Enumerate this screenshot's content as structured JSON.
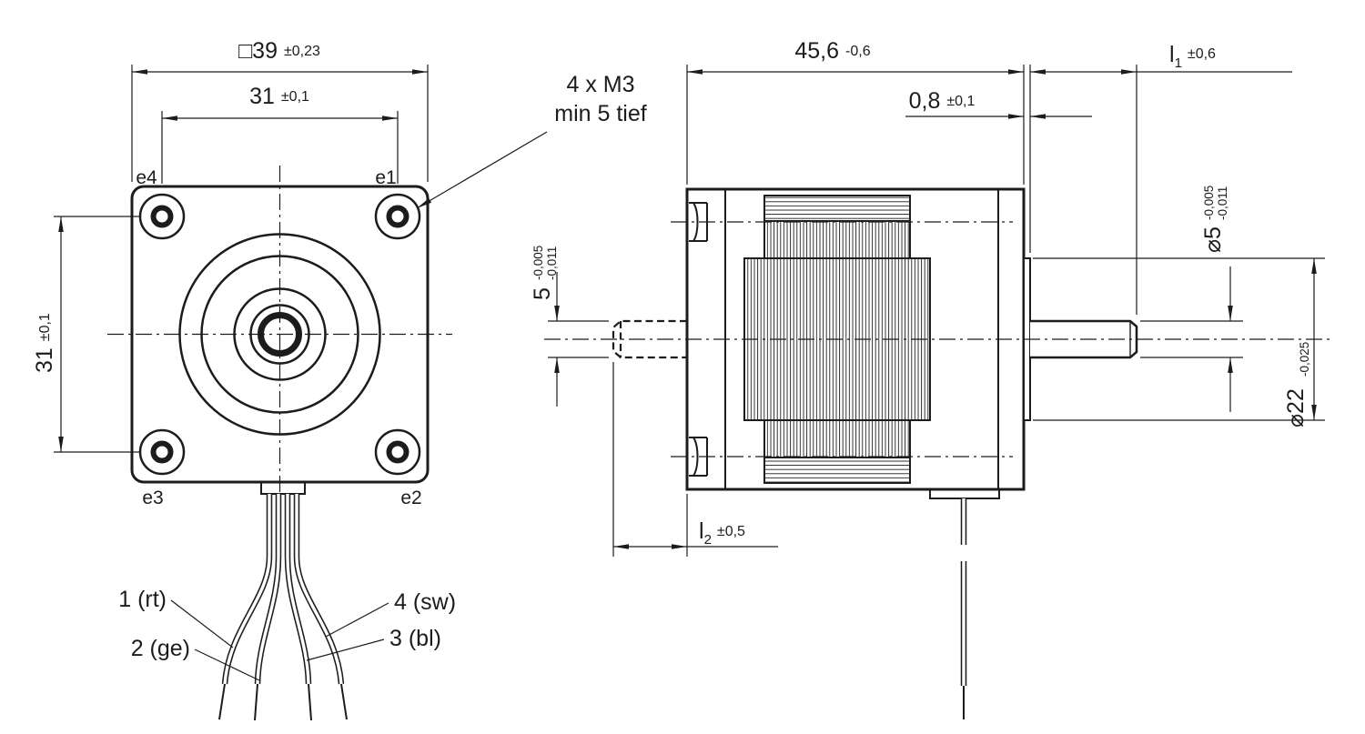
{
  "page": {
    "background": "#ffffff",
    "line_color": "#1c1c1c"
  },
  "front_view": {
    "dim_flange_size": {
      "value": "□39",
      "tol": "±0,23"
    },
    "dim_hole_spacing_top": {
      "value": "31",
      "tol": "±0,1"
    },
    "dim_hole_spacing_left": {
      "value": "31",
      "tol": "±0,1"
    },
    "thread_note": {
      "line1": "4 x M3",
      "line2": "min 5 tief"
    },
    "hole_labels": {
      "top_left": "e4",
      "top_right": "e1",
      "bottom_left": "e3",
      "bottom_right": "e2"
    },
    "wire_labels": {
      "wire1": "1 (rt)",
      "wire2": "2 (ge)",
      "wire3": "3 (bl)",
      "wire4": "4 (sw)"
    }
  },
  "side_view": {
    "dim_body_length": {
      "value": "45,6",
      "tol": "-0,6"
    },
    "dim_pilot_height": {
      "value": "0,8",
      "tol": "±0,1"
    },
    "dim_front_shaft_length": {
      "symbol": "l",
      "subscript": "1",
      "tol": "±0,6"
    },
    "dim_rear_shaft_length": {
      "symbol": "l",
      "subscript": "2",
      "tol": "±0,5"
    },
    "dim_rear_shaft_diameter": {
      "value": "5",
      "tol_upper": "-0,005",
      "tol_lower": "-0,011"
    },
    "dim_front_shaft_diameter": {
      "value": "⌀5",
      "tol_upper": "-0,005",
      "tol_lower": "-0,011"
    },
    "dim_pilot_diameter": {
      "value": "⌀22",
      "tol": "-0,025"
    }
  }
}
